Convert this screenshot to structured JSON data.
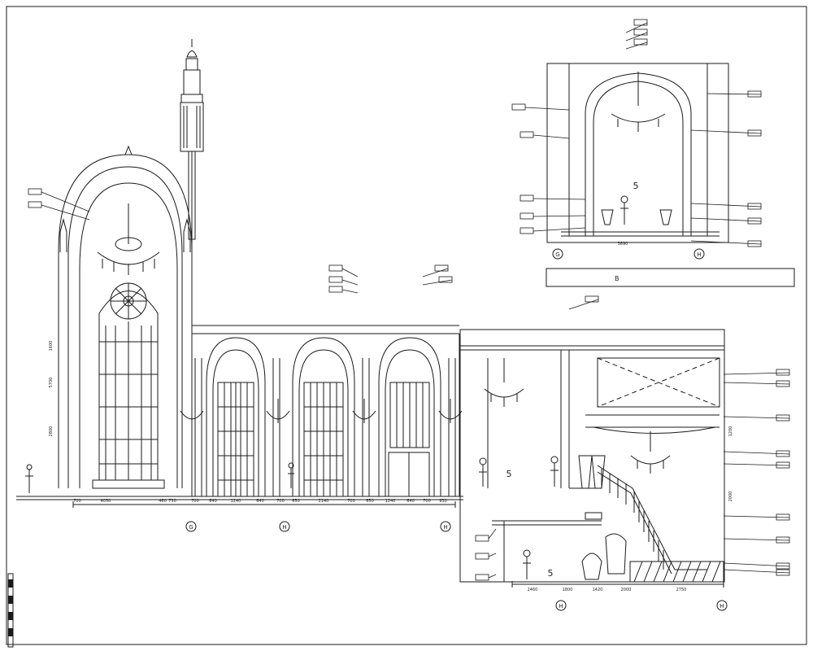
{
  "drawing": {
    "title": "",
    "line_color": "#1a1a1a",
    "paper_color": "#ffffff"
  },
  "dims": {
    "bottom_left": [
      "700",
      "4030",
      "460",
      "730",
      "700",
      "640",
      "1240",
      "640",
      "700",
      "650",
      "2140",
      "700",
      "650",
      "1240",
      "640",
      "700",
      "930"
    ],
    "bottom_right": [
      "2460",
      "1800",
      "1420",
      "2000",
      "2750"
    ],
    "inset": [
      "3890"
    ],
    "vertical": [
      "1600",
      "5700",
      "2800",
      "1200",
      "2000"
    ]
  },
  "grid_markers": [
    "G",
    "H",
    "H",
    "H",
    "H",
    "G",
    "H"
  ],
  "figure_numbers": [
    "5",
    "5",
    "5"
  ],
  "inset_caption": "B"
}
